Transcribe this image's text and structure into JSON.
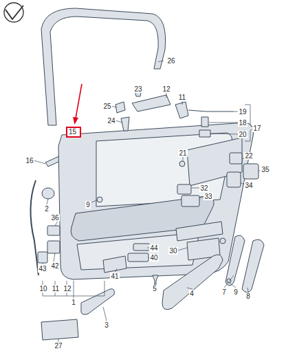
{
  "diagram": {
    "nodes": [
      {
        "text": [
          "15"
        ]
      }
    ],
    "labels": [
      "26",
      "23",
      "12",
      "11",
      "25",
      "19",
      "18",
      "17",
      "20",
      "24",
      "16",
      "21",
      "22",
      "35",
      "2",
      "9",
      "32",
      "34",
      "33",
      "36",
      "44",
      "30",
      "42",
      "40",
      "43",
      "41",
      "10",
      "11",
      "12",
      "5",
      "4",
      "7",
      "9",
      "8",
      "1",
      "3",
      "27"
    ]
  }
}
